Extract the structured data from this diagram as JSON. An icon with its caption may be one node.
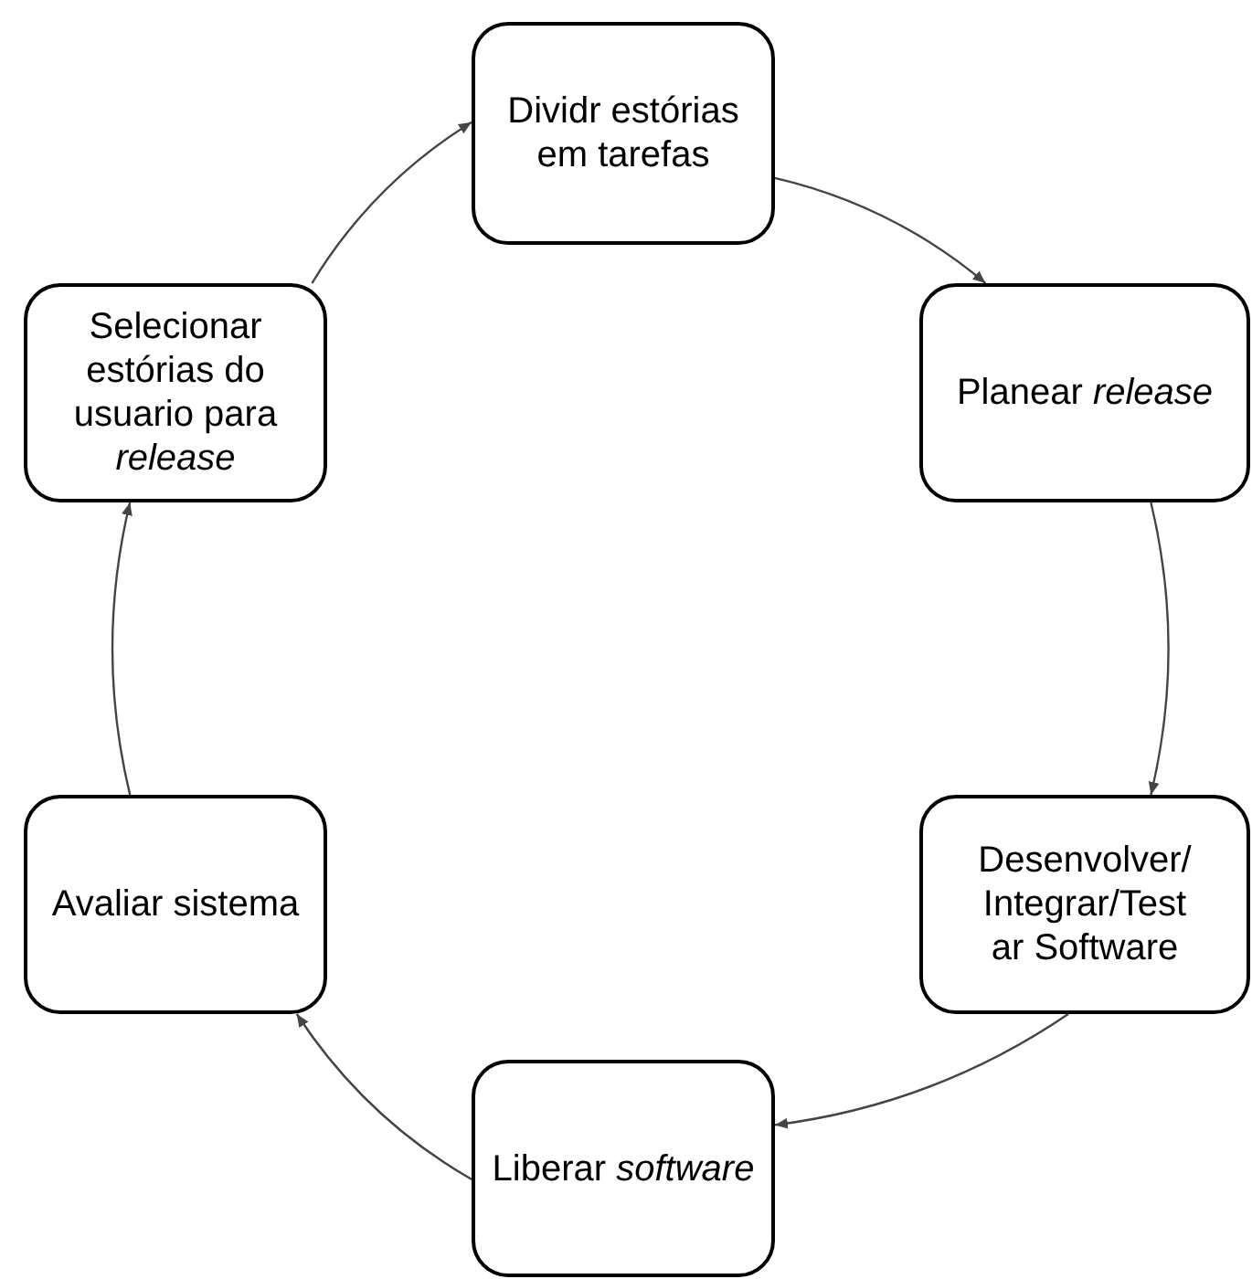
{
  "diagram": {
    "nodes": [
      {
        "text": [
          "Dividr estórias em tarefas"
        ]
      },
      {
        "text": [
          "Planear *release*"
        ]
      },
      {
        "text": [
          "Desenvolver/Integrar/Testar Software"
        ]
      },
      {
        "text": [
          "Liberar *software*"
        ]
      },
      {
        "text": [
          "Avaliar sistema"
        ]
      },
      {
        "text": [
          "Selecionar estórias do usuario para *release*"
        ]
      }
    ],
    "edges": [
      {
        "from": 5,
        "to": 0,
        "arrow": "to"
      },
      {
        "from": 0,
        "to": 1,
        "arrow": "to"
      },
      {
        "from": 1,
        "to": 2,
        "arrow": "to"
      },
      {
        "from": 2,
        "to": 3,
        "arrow": "to"
      },
      {
        "from": 3,
        "to": 4,
        "arrow": "to"
      },
      {
        "from": 4,
        "to": 5,
        "arrow": "to"
      }
    ]
  }
}
